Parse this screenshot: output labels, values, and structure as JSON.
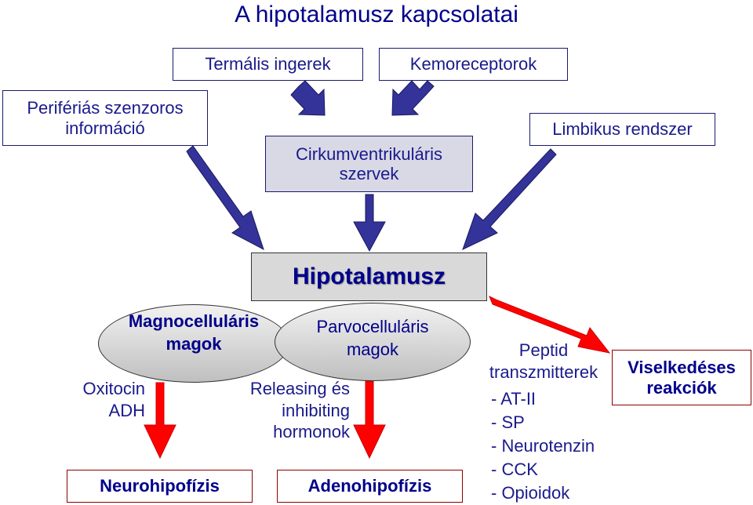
{
  "title": "A hipotalamusz kapcsolatai",
  "inputs": {
    "thermal": "Termális ingerek",
    "chemoreceptors": "Kemoreceptorok",
    "peripheral": "Perifériás szenzoros információ",
    "circumventricular": "Cirkumventrikuláris szervek",
    "limbic": "Limbikus rendszer"
  },
  "hypothalamus": "Hipotalamusz",
  "magnocellular": "Magnocelluláris magok",
  "parvocellular": "Parvocelluláris magok",
  "magno_outputs": [
    "Oxitocin",
    "ADH"
  ],
  "parvo_outputs": [
    "Releasing és",
    "inhibiting",
    "hormonok"
  ],
  "neurohypophysis": "Neurohipofízis",
  "adenohypophysis": "Adenohipofízis",
  "peptide_title": [
    "Peptid",
    "transzmitterek"
  ],
  "peptide_list": [
    "- AT-II",
    "- SP",
    "- Neurotenzin",
    "- CCK",
    "- Opioidok"
  ],
  "behavior": "Viselkedéses reakciók",
  "colors": {
    "input_arrow": "#333399",
    "output_arrow": "#FF0000",
    "text": "#1A1A8C"
  }
}
